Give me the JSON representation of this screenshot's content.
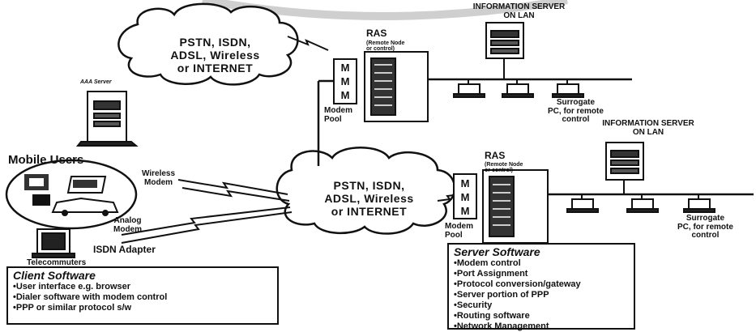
{
  "clouds": {
    "top": [
      "PSTN, ISDN,",
      "ADSL, Wireless",
      "or INTERNET"
    ],
    "center": [
      "PSTN, ISDN,",
      "ADSL, Wireless",
      "or INTERNET"
    ]
  },
  "labels": {
    "aaa_server": "AAA Server",
    "mobile_users": "Mobile Users",
    "wireless_modem": [
      "Wireless",
      "Modem"
    ],
    "analog_modem": [
      "Analog",
      "Modem"
    ],
    "isdn_adapter": "ISDN Adapter",
    "telecommuters": "Telecommuters",
    "ras_top": "RAS",
    "ras_top_sub": [
      "(Remote Node",
      "or control)"
    ],
    "ras_bottom": "RAS",
    "ras_bottom_sub": [
      "(Remote Node",
      "or control)"
    ],
    "modem_pool_top": [
      "Modem",
      "Pool"
    ],
    "modem_pool_bottom": [
      "Modem",
      "Pool"
    ],
    "modem_letters": [
      "M",
      "M",
      "M"
    ],
    "info_server_top": [
      "INFORMATION SERVER",
      "ON LAN"
    ],
    "info_server_bottom": [
      "INFORMATION SERVER",
      "ON LAN"
    ],
    "surrogate_top": [
      "Surrogate",
      "PC, for remote",
      "control"
    ],
    "surrogate_bottom": [
      "Surrogate",
      "PC, for remote",
      "control"
    ]
  },
  "client_software": {
    "title": "Client Software",
    "items": [
      "•User interface e.g. browser",
      "•Dialer software with modem control",
      "•PPP or similar protocol s/w"
    ]
  },
  "server_software": {
    "title": "Server Software",
    "items": [
      "•Modem control",
      "•Port Assignment",
      "•Protocol conversion/gateway",
      "•Server portion of PPP",
      "•Security",
      "•Routing software",
      "•Network Management"
    ]
  }
}
